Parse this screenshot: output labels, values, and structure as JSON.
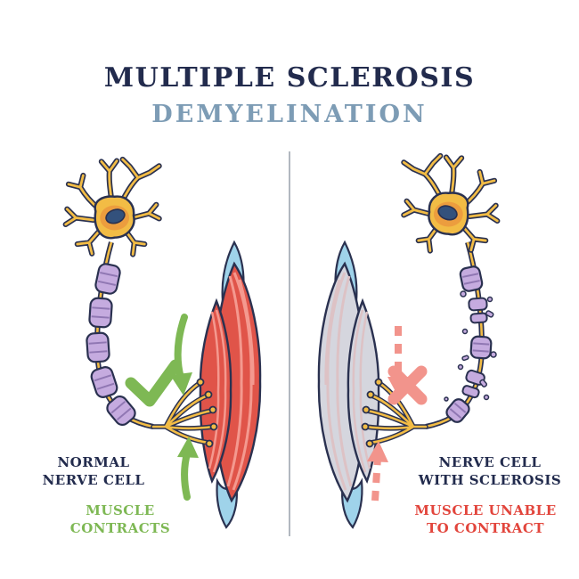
{
  "title": "MULTIPLE SCLEROSIS",
  "subtitle": "DEMYELINATION",
  "panels": {
    "left": {
      "nerve_label_line1": "NORMAL",
      "nerve_label_line2": "NERVE CELL",
      "muscle_label_line1": "MUSCLE",
      "muscle_label_line2": "CONTRACTS",
      "status_icon": "checkmark-icon",
      "arrow_style": "solid-green-arrows"
    },
    "right": {
      "nerve_label_line1": "NERVE CELL",
      "nerve_label_line2": "WITH SCLEROSIS",
      "muscle_label_line1": "MUSCLE UNABLE",
      "muscle_label_line2": "TO CONTRACT",
      "status_icon": "cross-icon",
      "arrow_style": "dashed-pink-arrows"
    }
  },
  "colors": {
    "title": "#222b4d",
    "subtitle": "#7d9cb5",
    "green": "#7eb854",
    "red": "#e2453c",
    "pink": "#f2948c",
    "muscle_red": "#e05449",
    "muscle_fiber": "#f4998f",
    "muscle_pale": "#d5d6de",
    "muscle_pale_fiber": "#ddc2c5",
    "tendon_blue": "#9fd3ea",
    "myelin": "#c5abdf",
    "myelin_band": "#9077b3",
    "neuron_yellow": "#f2bc45",
    "neuron_inner": "#ec9d3e",
    "nucleus": "#33517c",
    "outline": "#2a3150",
    "divider": "#99a0ab"
  }
}
